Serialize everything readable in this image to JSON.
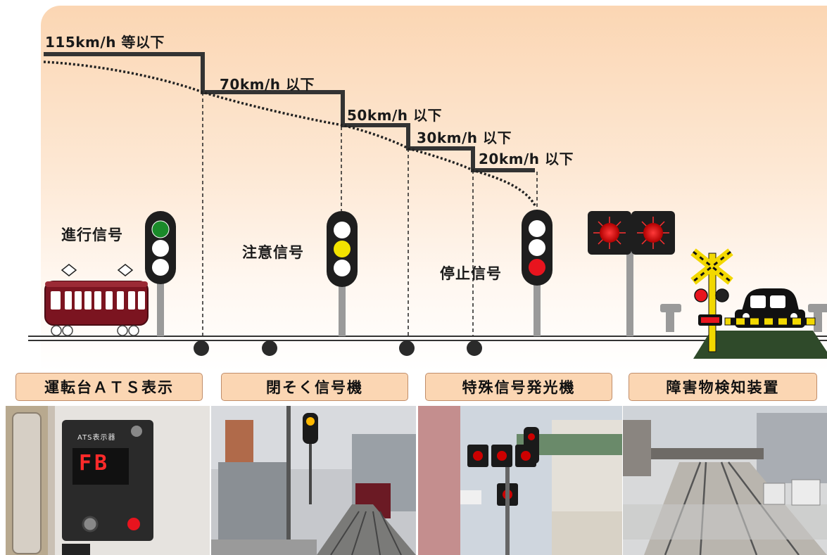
{
  "speed_steps": [
    {
      "label": "115km/h 等以下"
    },
    {
      "label": "70km/h 以下"
    },
    {
      "label": "50km/h 以下"
    },
    {
      "label": "30km/h 以下"
    },
    {
      "label": "20km/h 以下"
    }
  ],
  "signals": {
    "proceed": "進行信号",
    "caution": "注意信号",
    "stop": "停止信号"
  },
  "categories": [
    {
      "label": "運転台ＡＴＳ表示"
    },
    {
      "label": "閉そく信号機"
    },
    {
      "label": "特殊信号発光機"
    },
    {
      "label": "障害物検知装置"
    }
  ],
  "photos": {
    "ats_panel_title": "ATS表示器",
    "ats_display": "FB"
  },
  "colors": {
    "panel_bg": "#fbd6b3",
    "speed_line": "#333333",
    "green": "#1a8a2a",
    "yellow": "#f2e300",
    "red": "#e8141e",
    "train_body": "#7b1420"
  }
}
